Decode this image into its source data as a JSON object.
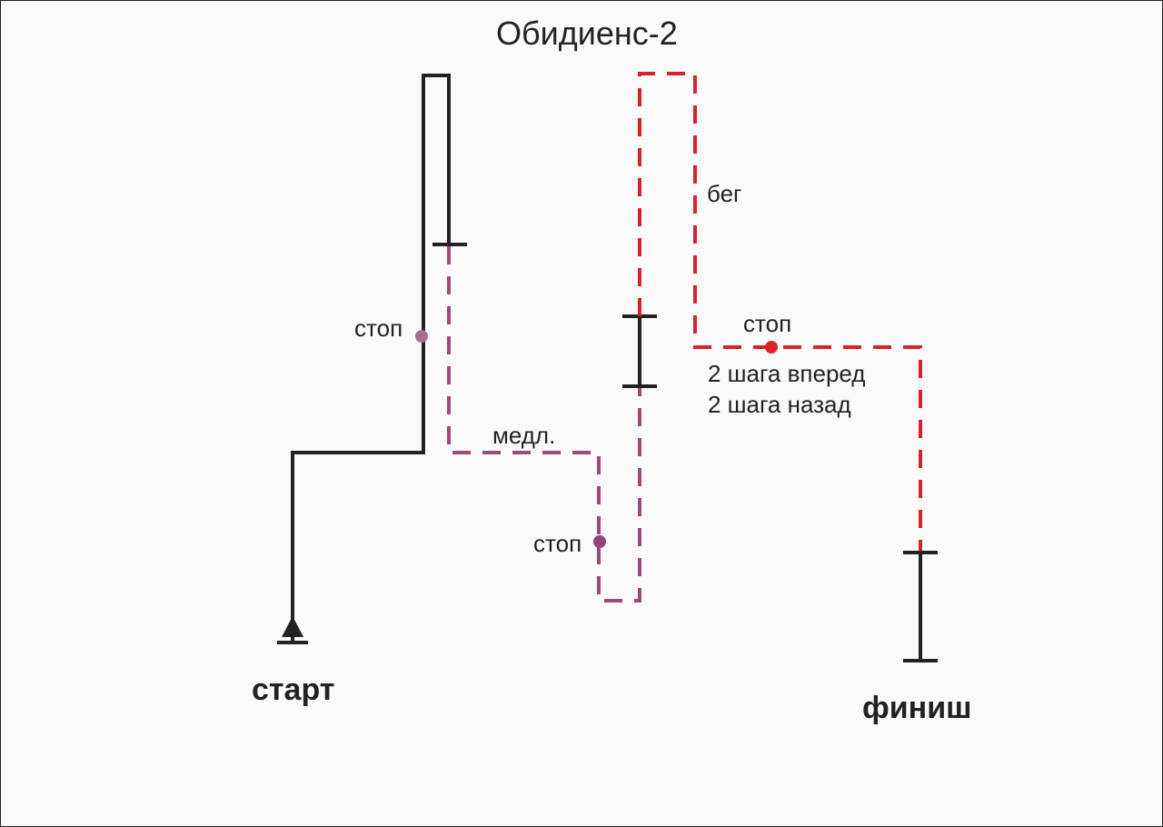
{
  "title": "Обидиенс-2",
  "labels": {
    "start": "старт",
    "finish": "финиш",
    "stop_1": "стоп",
    "stop_2": "стоп",
    "stop_3": "стоп",
    "slow": "медл.",
    "run": "бег",
    "steps_forward": "2 шага вперед",
    "steps_back": "2 шага назад"
  },
  "colors": {
    "normal": "#222222",
    "slow": "#9b4a7c",
    "run": "#d7222c",
    "stop_1_dot": "#a86f95",
    "stop_2_dot": "#9b3f78",
    "stop_3_dot": "#e0202a"
  }
}
